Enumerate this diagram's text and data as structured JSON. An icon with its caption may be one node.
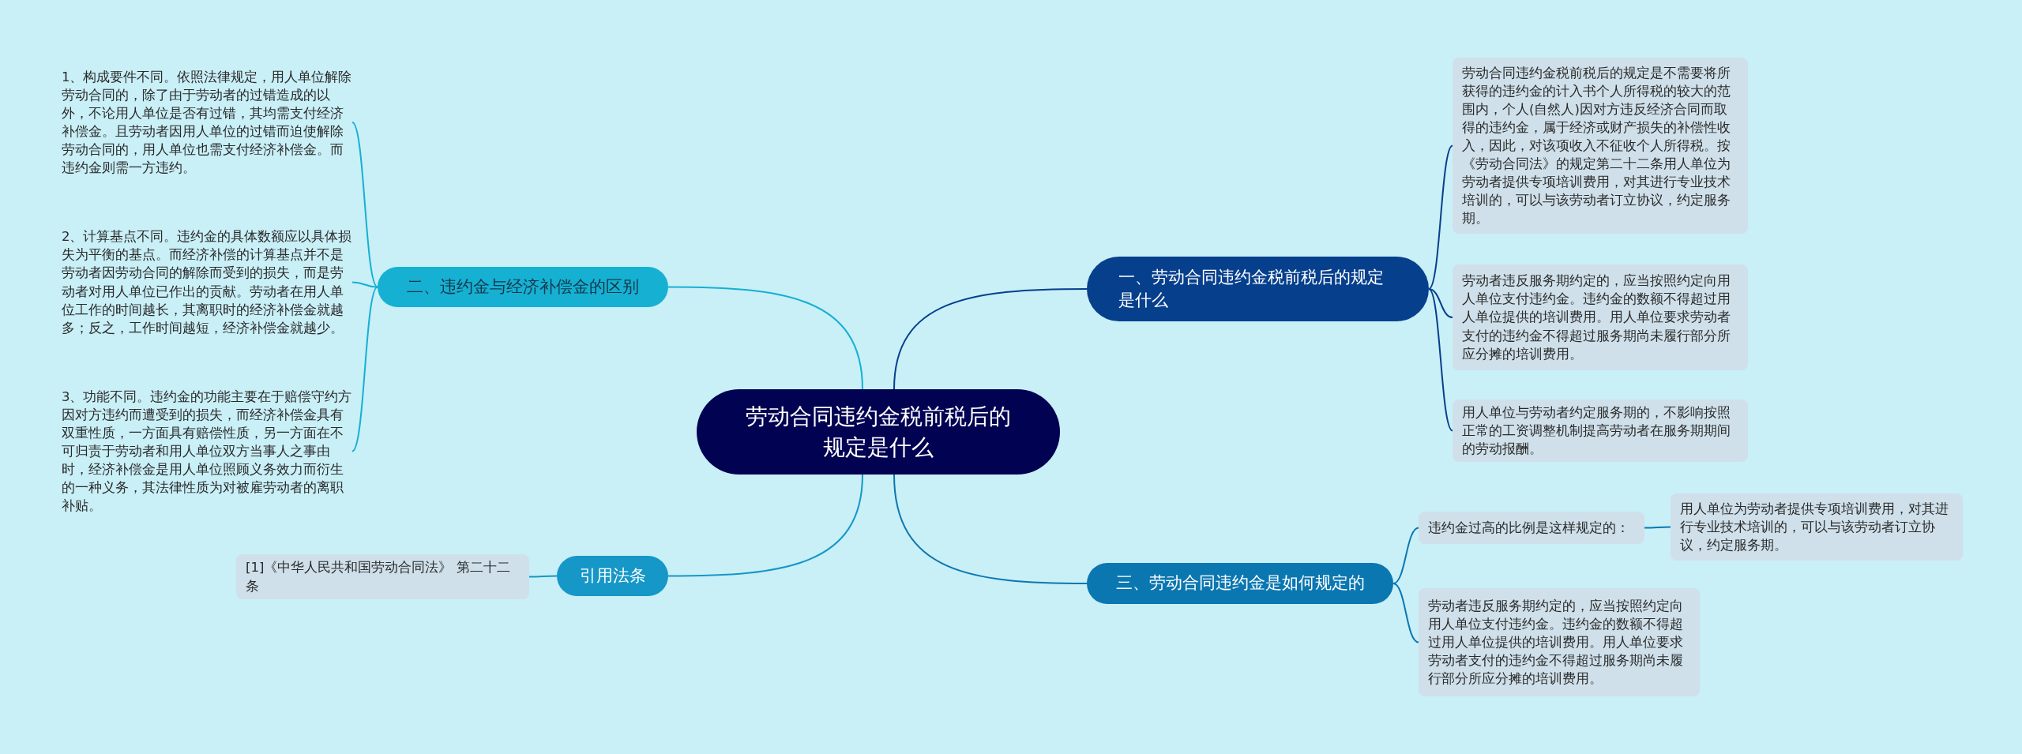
{
  "diagram": {
    "nodes": [
      {
        "text": [
          "劳动合同违约金税前税后的规定是什么"
        ]
      },
      {
        "text": [
          "一、劳动合同违约金税前税后的规定是什么"
        ]
      },
      {
        "text": [
          "劳动合同违约金税前税后的规定是不需要将所获得的违约金的计入书个人所得税的较大的范围内，个人(自然人)因对方违反经济合同而取得的违约金，属于经济或财产损失的补偿性收入，因此，对该项收入不征收个人所得税。按《劳动合同法》的规定第二十二条用人单位为劳动者提供专项培训费用，对其进行专业技术培训的，可以与该劳动者订立协议，约定服务期。"
        ]
      },
      {
        "text": [
          "劳动者违反服务期约定的，应当按照约定向用人单位支付违约金。违约金的数额不得超过用人单位提供的培训费用。用人单位要求劳动者支付的违约金不得超过服务期尚未履行部分所应分摊的培训费用。"
        ]
      },
      {
        "text": [
          "用人单位与劳动者约定服务期的，不影响按照正常的工资调整机制提高劳动者在服务期期间的劳动报酬。"
        ]
      },
      {
        "text": [
          "三、劳动合同违约金是如何规定的"
        ]
      },
      {
        "text": [
          "违约金过高的比例是这样规定的："
        ]
      },
      {
        "text": [
          "用人单位为劳动者提供专项培训费用，对其进行专业技术培训的，可以与该劳动者订立协议，约定服务期。"
        ]
      },
      {
        "text": [
          "劳动者违反服务期约定的，应当按照约定向用人单位支付违约金。违约金的数额不得超过用人单位提供的培训费用。用人单位要求劳动者支付的违约金不得超过服务期尚未履行部分所应分摊的培训费用。"
        ]
      },
      {
        "text": [
          "二、违约金与经济补偿金的区别"
        ]
      },
      {
        "text": [
          "1、构成要件不同。依照法律规定，用人单位解除劳动合同的，除了由于劳动者的过错造成的以外，不论用人单位是否有过错，其均需支付经济补偿金。且劳动者因用人单位的过错而迫使解除劳动合同的，用人单位也需支付经济补偿金。而违约金则需一方违约。"
        ]
      },
      {
        "text": [
          "2、计算基点不同。违约金的具体数额应以具体损失为平衡的基点。而经济补偿的计算基点并不是劳动者因劳动合同的解除而受到的损失，而是劳动者对用人单位已作出的贡献。劳动者在用人单位工作的时间越长，其离职时的经济补偿金就越多；反之，工作时间越短，经济补偿金就越少。"
        ]
      },
      {
        "text": [
          "3、功能不同。违约金的功能主要在于赔偿守约方因对方违约而遭受到的损失，而经济补偿金具有双重性质，一方面具有赔偿性质，另一方面在不可归责于劳动者和用人单位双方当事人之事由时，经济补偿金是用人单位照顾义务效力而衍生的一种义务，其法律性质为对被雇劳动者的离职补贴。"
        ]
      },
      {
        "text": [
          "引用法条"
        ]
      },
      {
        "text": [
          "[1]《中华人民共和国劳动合同法》 第二十二条"
        ]
      }
    ],
    "edges": [
      {
        "from": 0,
        "to": 1,
        "arrow": "none",
        "color": "#063f8c"
      },
      {
        "from": 1,
        "to": 2,
        "arrow": "none",
        "color": "#063f8c"
      },
      {
        "from": 1,
        "to": 3,
        "arrow": "none",
        "color": "#063f8c"
      },
      {
        "from": 1,
        "to": 4,
        "arrow": "none",
        "color": "#063f8c"
      },
      {
        "from": 0,
        "to": 5,
        "arrow": "none",
        "color": "#0b77b1"
      },
      {
        "from": 5,
        "to": 6,
        "arrow": "none",
        "color": "#0b77b1"
      },
      {
        "from": 6,
        "to": 7,
        "arrow": "none",
        "color": "#0b77b1"
      },
      {
        "from": 5,
        "to": 8,
        "arrow": "none",
        "color": "#0b77b1"
      },
      {
        "from": 0,
        "to": 9,
        "arrow": "none",
        "color": "#16b0d2"
      },
      {
        "from": 9,
        "to": 10,
        "arrow": "none",
        "color": "#16b0d2"
      },
      {
        "from": 9,
        "to": 11,
        "arrow": "none",
        "color": "#16b0d2"
      },
      {
        "from": 9,
        "to": 12,
        "arrow": "none",
        "color": "#16b0d2"
      },
      {
        "from": 0,
        "to": 13,
        "arrow": "none",
        "color": "#1597c7"
      },
      {
        "from": 13,
        "to": 14,
        "arrow": "none",
        "color": "#1597c7"
      }
    ]
  }
}
